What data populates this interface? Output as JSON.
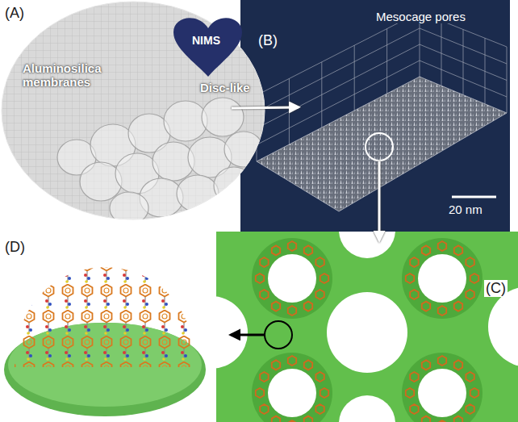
{
  "diagram": {
    "nodes": [
      {
        "text": [
          "(A)",
          "Aluminosilica membranes",
          "NIMS",
          "Disc-like"
        ]
      },
      {
        "text": [
          "(B)",
          "Mesocage pores",
          "20 nm"
        ]
      },
      {
        "text": [
          "(C)"
        ]
      },
      {
        "text": [
          "(D)"
        ]
      }
    ],
    "edges": [
      {
        "from": 0,
        "to": 1,
        "arrow": "to"
      },
      {
        "from": 1,
        "to": 2,
        "arrow": "to"
      },
      {
        "from": 2,
        "to": 3,
        "arrow": "to"
      }
    ]
  }
}
